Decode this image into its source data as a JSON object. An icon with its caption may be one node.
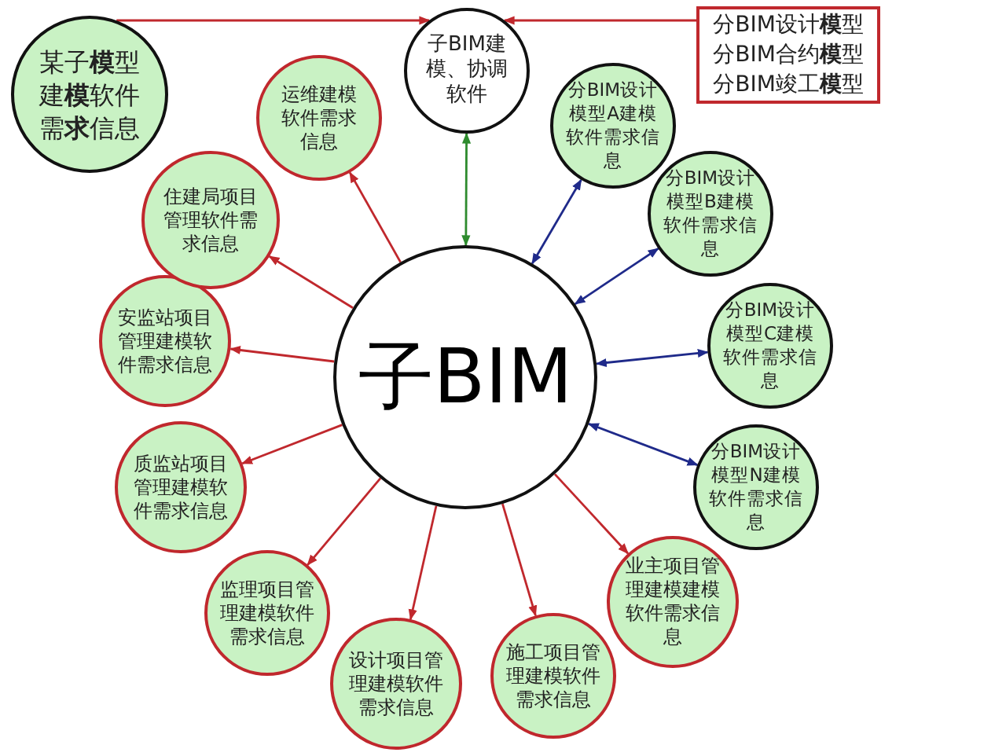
{
  "diagram": {
    "nodes": [
      {
        "text": [
          "某子**模**型建**模**软件需**求**信息"
        ]
      },
      {
        "text": [
          "子BIM建模、协调软件"
        ]
      },
      {
        "text": [
          "分BIM设计模型A建模软件需求信息"
        ]
      },
      {
        "text": [
          "分BIM设计模型B建模软件需求信息"
        ]
      },
      {
        "text": [
          "分BIM设计模型C建模软件需求信息"
        ]
      },
      {
        "text": [
          "分BIM设计模型N建模软件需求信息"
        ]
      },
      {
        "text": [
          "业主项目管理建模建模软件需求信息"
        ]
      },
      {
        "text": [
          "施工项目管理建模软件需求信息"
        ]
      },
      {
        "text": [
          "设计项目管理建模软件需求信息"
        ]
      },
      {
        "text": [
          "监理项目管理建模软件需求信息"
        ]
      },
      {
        "text": [
          "质监站项目管理建模软件需求信息"
        ]
      },
      {
        "text": [
          "安监站项目管理建模软件需求信息"
        ]
      },
      {
        "text": [
          "住建局项目管理软件需求信息"
        ]
      },
      {
        "text": [
          "运维建模软件需求信息"
        ]
      },
      {
        "text": [
          "子BIM"
        ]
      },
      {
        "text": [
          "分BIM设计**模**型",
          "分BIM合约**模**型",
          "分BIM竣工**模**型"
        ]
      }
    ],
    "edges": [
      {
        "from": 0,
        "to": 1,
        "arrow": "to"
      },
      {
        "from": 15,
        "to": 1,
        "arrow": "to"
      },
      {
        "from": 14,
        "to": 1,
        "arrow": "both",
        "color": "#2e8b2e"
      },
      {
        "from": 14,
        "to": 2,
        "arrow": "both",
        "color": "#1f2a8a"
      },
      {
        "from": 14,
        "to": 3,
        "arrow": "both",
        "color": "#1f2a8a"
      },
      {
        "from": 14,
        "to": 4,
        "arrow": "both",
        "color": "#1f2a8a"
      },
      {
        "from": 14,
        "to": 5,
        "arrow": "both",
        "color": "#1f2a8a"
      },
      {
        "from": 14,
        "to": 6,
        "arrow": "to"
      },
      {
        "from": 14,
        "to": 7,
        "arrow": "to"
      },
      {
        "from": 14,
        "to": 8,
        "arrow": "to"
      },
      {
        "from": 14,
        "to": 9,
        "arrow": "to"
      },
      {
        "from": 14,
        "to": 10,
        "arrow": "to"
      },
      {
        "from": 14,
        "to": 11,
        "arrow": "to"
      },
      {
        "from": 14,
        "to": 12,
        "arrow": "to"
      },
      {
        "from": 14,
        "to": 13,
        "arrow": "to"
      }
    ]
  }
}
